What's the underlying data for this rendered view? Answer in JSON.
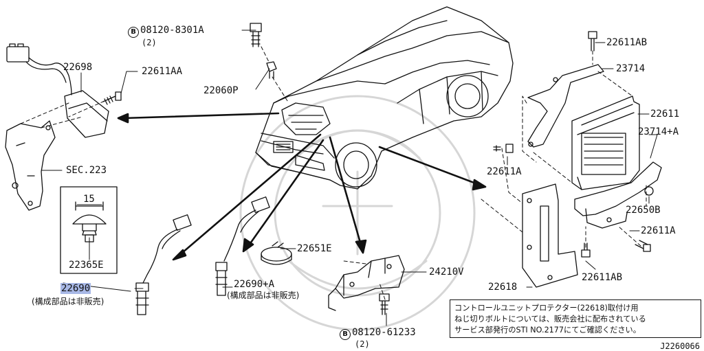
{
  "labels": {
    "p22698": "22698",
    "p22611AA": "22611AA",
    "p08120_8301A": "08120-8301A",
    "q2a": "(2)",
    "p22060P": "22060P",
    "sec223": "SEC.223",
    "dim15": "15",
    "p22365E": "22365E",
    "p22690": "22690",
    "note_not_sold_a": "(構成部品は非販売)",
    "p22690A": "22690+A",
    "note_not_sold_b": "(構成部品は非販売)",
    "p22651E": "22651E",
    "p24210V": "24210V",
    "p08120_61233": "08120-61233",
    "q2b": "(2)",
    "p22611AB_top": "22611AB",
    "p23714": "23714",
    "p22611": "22611",
    "p23714A": "23714+A",
    "p22611A_left": "22611A",
    "p22650B": "22650B",
    "p22611A_right": "22611A",
    "p22611AB_bottom": "22611AB",
    "p22618": "22618",
    "bolt_mark": "B"
  },
  "note": {
    "line1": "コントロールユニットプロテクター(22618)取付け用",
    "line2": "ねじ切りボルトについては、販売会社に配布されている",
    "line3": "サービス部発行のSTI NO.2177にてご確認ください。"
  },
  "figure_code": "J2260066",
  "icons": [
    "bolt-icon",
    "clip-icon",
    "sensor-icon",
    "ecu-icon",
    "car-icon"
  ]
}
